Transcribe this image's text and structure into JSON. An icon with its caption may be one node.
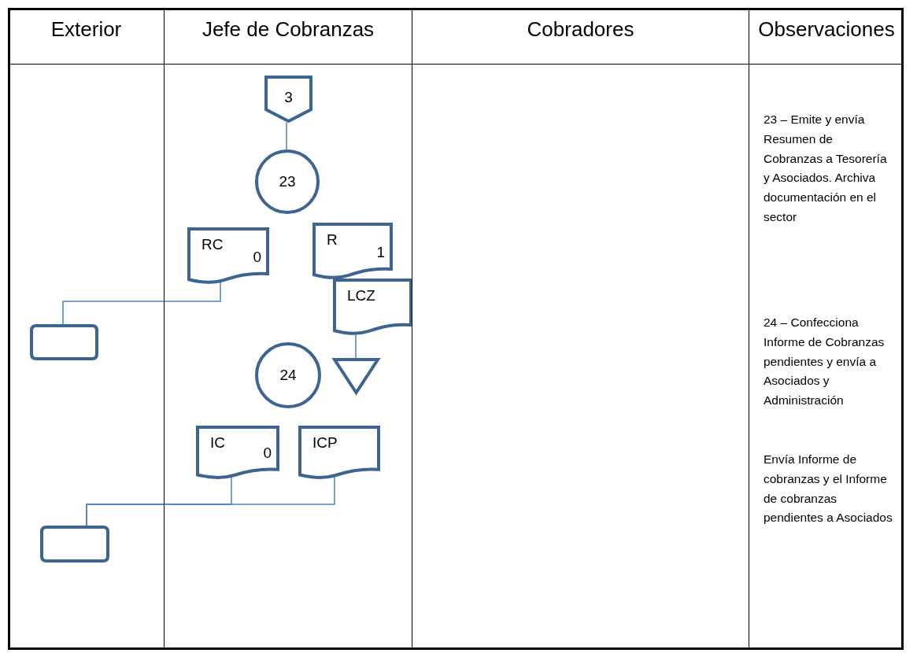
{
  "diagram": {
    "nodes": [
      {
        "text": [
          "Exterior"
        ]
      },
      {
        "text": [
          "Jefe de Cobranzas"
        ]
      },
      {
        "text": [
          "Cobradores"
        ]
      },
      {
        "text": [
          "Observaciones"
        ]
      },
      {
        "text": [
          "3"
        ],
        "in": 1
      },
      {
        "text": [
          "23"
        ],
        "in": 1
      },
      {
        "text": [
          "RC",
          "0"
        ],
        "in": 1
      },
      {
        "text": [
          "R",
          "1"
        ],
        "in": 1
      },
      {
        "text": [
          "LCZ"
        ],
        "in": 1
      },
      {
        "text": [],
        "shape": "triangle",
        "in": 1
      },
      {
        "text": [
          "24"
        ],
        "in": 1
      },
      {
        "text": [
          "IC",
          "0"
        ],
        "in": 1
      },
      {
        "text": [
          "ICP"
        ],
        "in": 1
      },
      {
        "text": [],
        "shape": "box",
        "in": 0
      },
      {
        "text": [],
        "shape": "box",
        "in": 0
      }
    ],
    "edges": [
      {
        "from": 4,
        "to": 5,
        "arrow": "none"
      },
      {
        "from": 6,
        "to": 13,
        "arrow": "none"
      },
      {
        "from": 8,
        "to": 9,
        "arrow": "none"
      },
      {
        "from": 11,
        "to": 14,
        "arrow": "none"
      },
      {
        "from": 12,
        "to": 14,
        "arrow": "none"
      }
    ],
    "labels": [
      "23 – Emite y envía Resumen de Cobranzas a Tesorería y Asociados. Archiva documentación en el sector",
      "24 – Confecciona Informe de Cobranzas pendientes y envía a Asociados y Administración",
      "Envía Informe de cobranzas y el Informe de cobranzas pendientes a Asociados"
    ]
  }
}
